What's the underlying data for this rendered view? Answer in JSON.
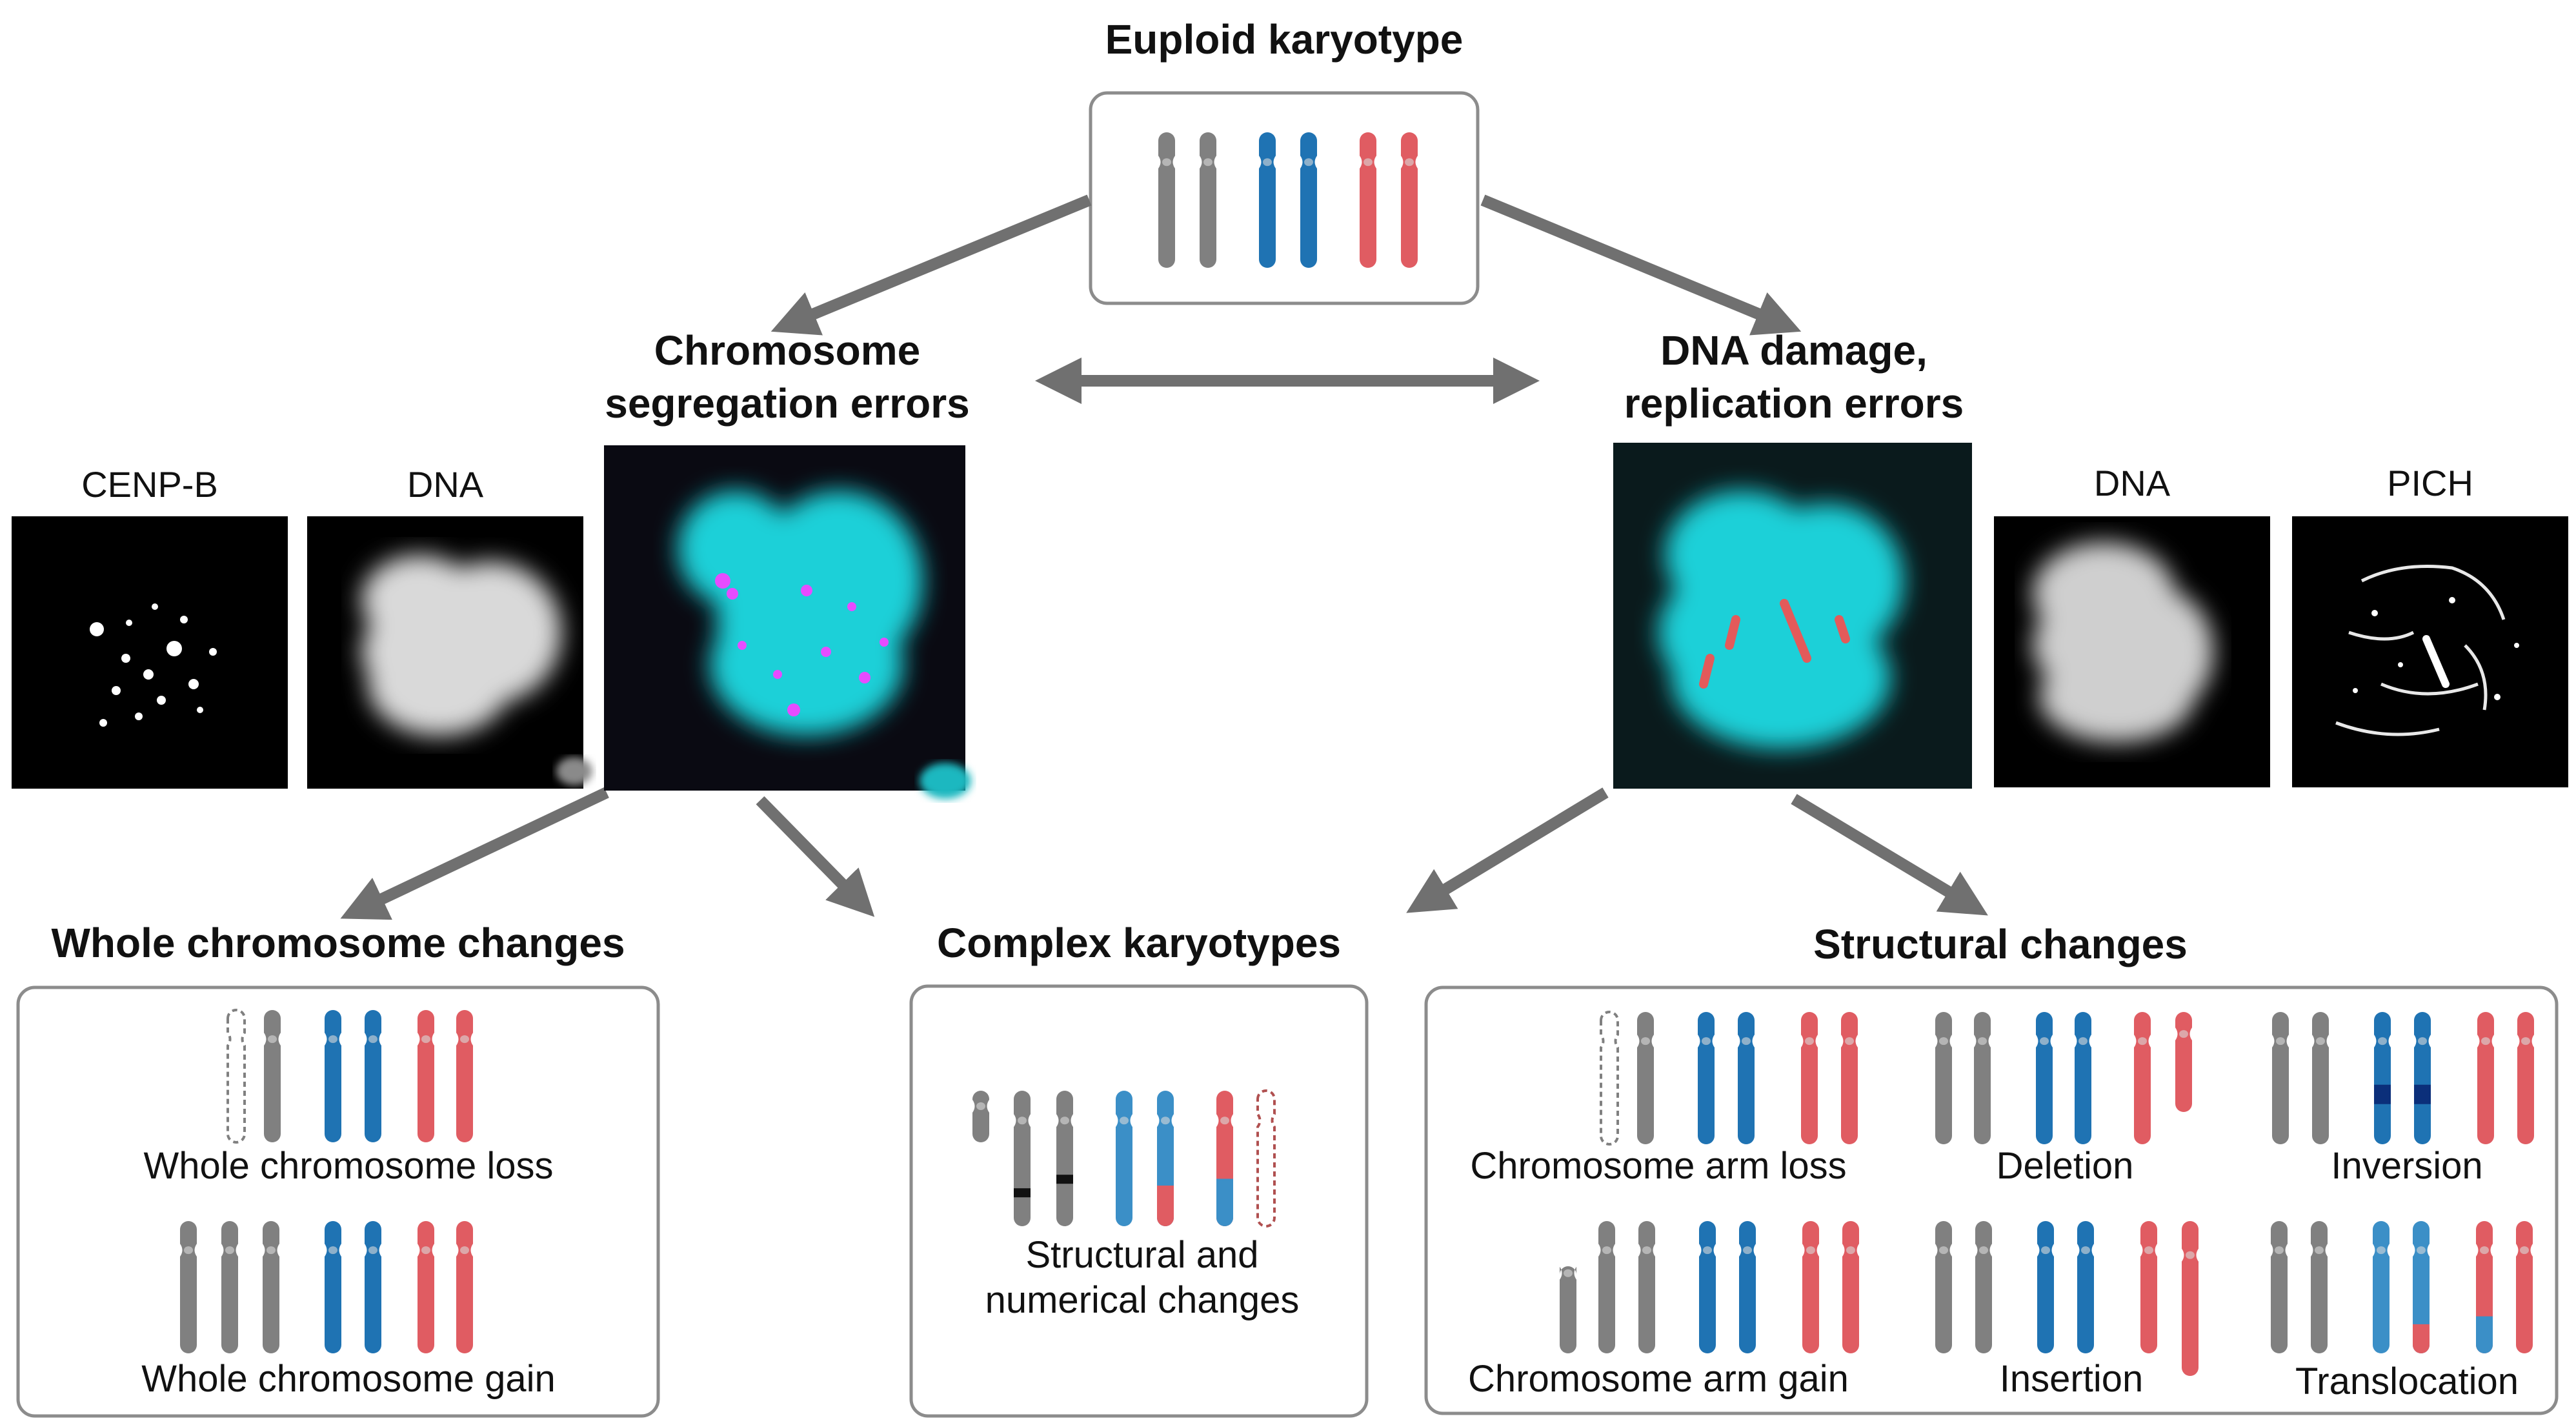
{
  "titles": {
    "euploid": "Euploid karyotype",
    "segregation": "Chromosome\nsegregation errors",
    "damage": "DNA damage,\nreplication errors",
    "whole": "Whole chromosome changes",
    "complex": "Complex karyotypes",
    "structural": "Structural changes"
  },
  "panels": {
    "cenpb": "CENP-B",
    "dna_left": "DNA",
    "dna_right": "DNA",
    "pich": "PICH"
  },
  "captions": {
    "whole_loss": "Whole chromosome loss",
    "whole_gain": "Whole chromosome gain",
    "complex": "Structural and\nnumerical changes",
    "arm_loss": "Chromosome arm loss",
    "deletion": "Deletion",
    "inversion": "Inversion",
    "arm_gain": "Chromosome arm gain",
    "insertion": "Insertion",
    "translocation": "Translocation"
  },
  "colors": {
    "gray": "#808080",
    "blue": "#1f73b3",
    "red": "#e05c62",
    "cyan": "#22d8de",
    "magenta": "#e040ff",
    "arrow": "#707070",
    "border": "#8c8c8c"
  }
}
